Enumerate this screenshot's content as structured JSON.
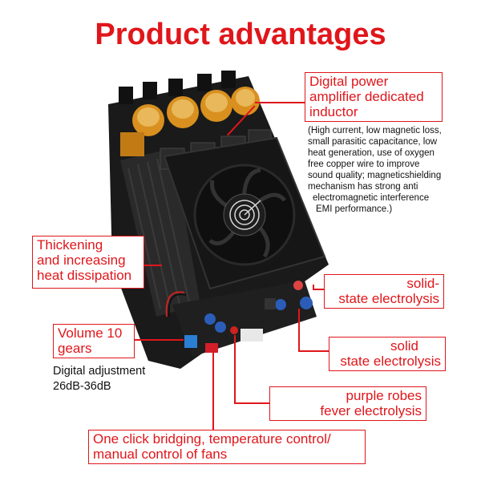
{
  "title": "Product advantages",
  "callouts": {
    "inductor": {
      "line1": "Digital power",
      "line2": "amplifier dedicated",
      "line3": "inductor"
    },
    "inductor_note": [
      "(High current, low magnetic loss,",
      "small parasitic capacitance, low",
      "heat generation, use of oxygen",
      "free copper wire to improve",
      "sound quality; magneticshielding",
      "mechanism has strong anti",
      "electromagnetic interference",
      "EMI performance.)"
    ],
    "heat": {
      "line1": "Thickening",
      "line2": "and increasing",
      "line3": "heat dissipation"
    },
    "solid1": {
      "line1": "solid-",
      "line2": "state electrolysis"
    },
    "solid2": {
      "line1": "solid",
      "line2": "state electrolysis"
    },
    "volume": {
      "line1": "Volume 10",
      "line2": "gears"
    },
    "digital_adj": {
      "line1": "Digital adjustment",
      "line2": "26dB-36dB"
    },
    "purple": {
      "line1": "purple robes",
      "line2": "fever electrolysis"
    },
    "bridging": {
      "line1": "One click bridging, temperature control/",
      "line2": "manual control of fans"
    }
  },
  "colors": {
    "accent": "#e0161b",
    "board": "#1c1c1c",
    "capacitor": "#d9901f"
  }
}
